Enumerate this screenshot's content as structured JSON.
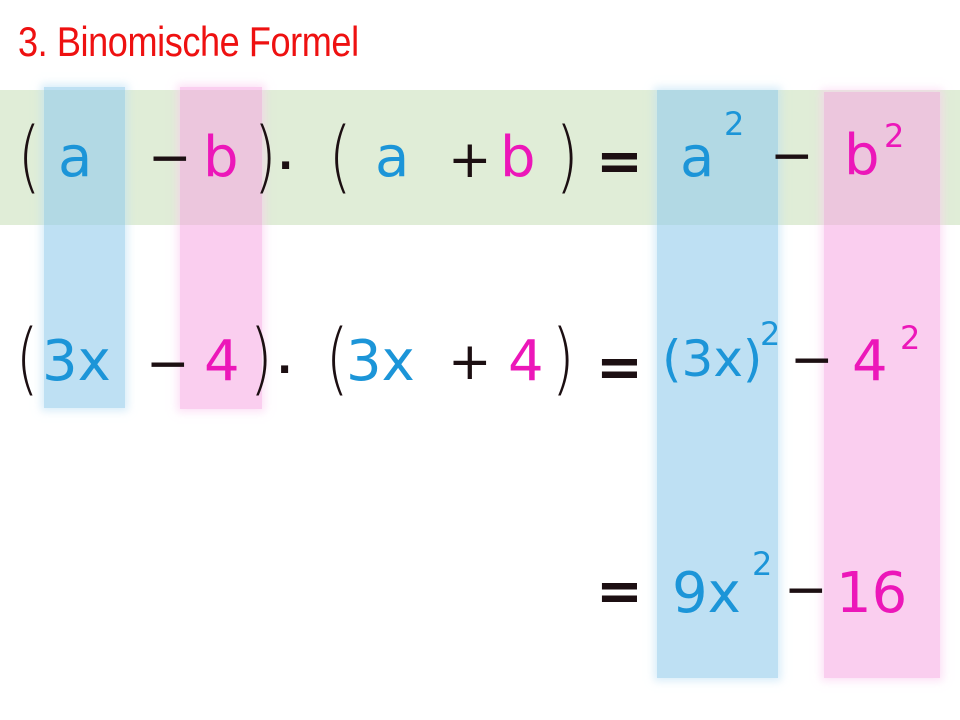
{
  "title": "3. Binomische Formel",
  "colors": {
    "title": "#ee1111",
    "blue_term": "#1c95d8",
    "pink_term": "#ec17b9",
    "operator": "#1c0f12",
    "highlight_band": "#e0edd7",
    "blue_column": "#bfe0f4",
    "pink_column": "#fbd0f0"
  },
  "formula": {
    "lparen1": "(",
    "a1": "a",
    "minus1": "−",
    "b1": "b",
    "rparen1": ")",
    "dot": "·",
    "lparen2": "(",
    "a2": "a",
    "plus": "+",
    "b2": "b",
    "rparen2": ")",
    "equals": "=",
    "a_sq_base": "a",
    "a_sq_exp": "2",
    "minus2": "−",
    "b_sq_base": "b",
    "b_sq_exp": "2"
  },
  "example": {
    "lparen1": "(",
    "t1": "3x",
    "minus1": "−",
    "n1": "4",
    "rparen1": ")",
    "dot": "·",
    "lparen2": "(",
    "t2": "3x",
    "plus": "+",
    "n2": "4",
    "rparen2": ")",
    "equals": "=",
    "sq_term": "(3x)",
    "sq_term_exp": "2",
    "minus2": "−",
    "sq_num": "4",
    "sq_num_exp": "2"
  },
  "result": {
    "equals": "=",
    "term": "9x",
    "term_exp": "2",
    "minus": "−",
    "number": "16"
  }
}
